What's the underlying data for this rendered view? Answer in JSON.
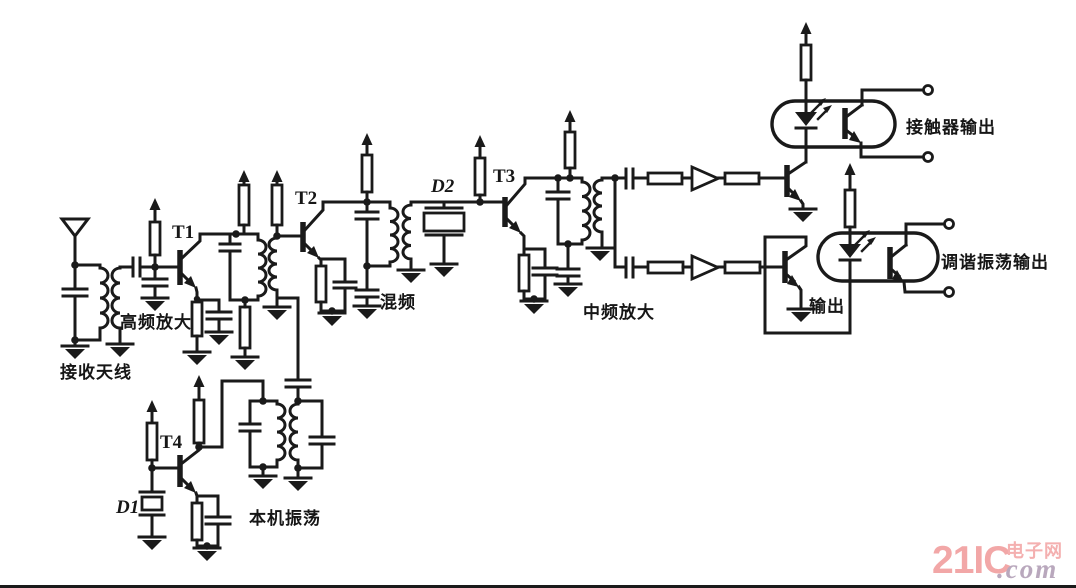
{
  "schematic": {
    "stages": {
      "antenna": {
        "label": "接收天线"
      },
      "rf_amp": {
        "label": "高频放大",
        "transistor": "T1"
      },
      "mixer": {
        "label": "混频",
        "transistor": "T2"
      },
      "local_osc": {
        "label": "本机振荡",
        "transistor": "T4",
        "crystal": "D1"
      },
      "if_filter": {
        "component": "D2"
      },
      "if_amp": {
        "label": "中频放大",
        "transistor": "T3"
      },
      "output_stage": {
        "label": "输出"
      },
      "contactor_output": {
        "label": "接触器输出"
      },
      "tuned_osc_output": {
        "label": "调谐振荡输出"
      }
    },
    "colors": {
      "ink": "#1a1a1a",
      "background": "#ffffff",
      "watermark_pink": "#f2a7a7",
      "watermark_gray": "#b9a8bd"
    }
  },
  "watermark": {
    "brand": "21IC",
    "site": "电子网",
    "domain": ".com"
  }
}
